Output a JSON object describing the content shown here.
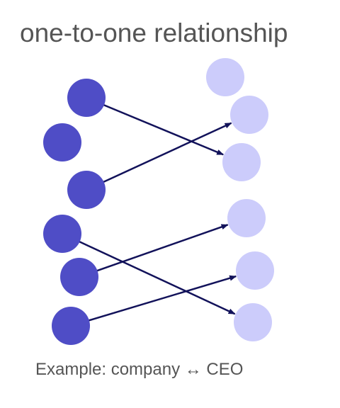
{
  "title": "one-to-one relationship",
  "caption": "Example: company ↔ CEO",
  "colors": {
    "left_node": "#4f4dc6",
    "right_node": "#ccccfb",
    "arrow": "#12125a",
    "text": "#555555"
  },
  "diagram": {
    "left_nodes": [
      "L1",
      "L2",
      "L3",
      "L4",
      "L5",
      "L6"
    ],
    "right_nodes": [
      "R1",
      "R2",
      "R3",
      "R4",
      "R5",
      "R6",
      "R7"
    ],
    "mappings": [
      {
        "from": "L1",
        "to": "R3"
      },
      {
        "from": "L3",
        "to": "R2"
      },
      {
        "from": "L4",
        "to": "R6"
      },
      {
        "from": "L5",
        "to": "R4"
      },
      {
        "from": "L6",
        "to": "R5"
      }
    ]
  }
}
